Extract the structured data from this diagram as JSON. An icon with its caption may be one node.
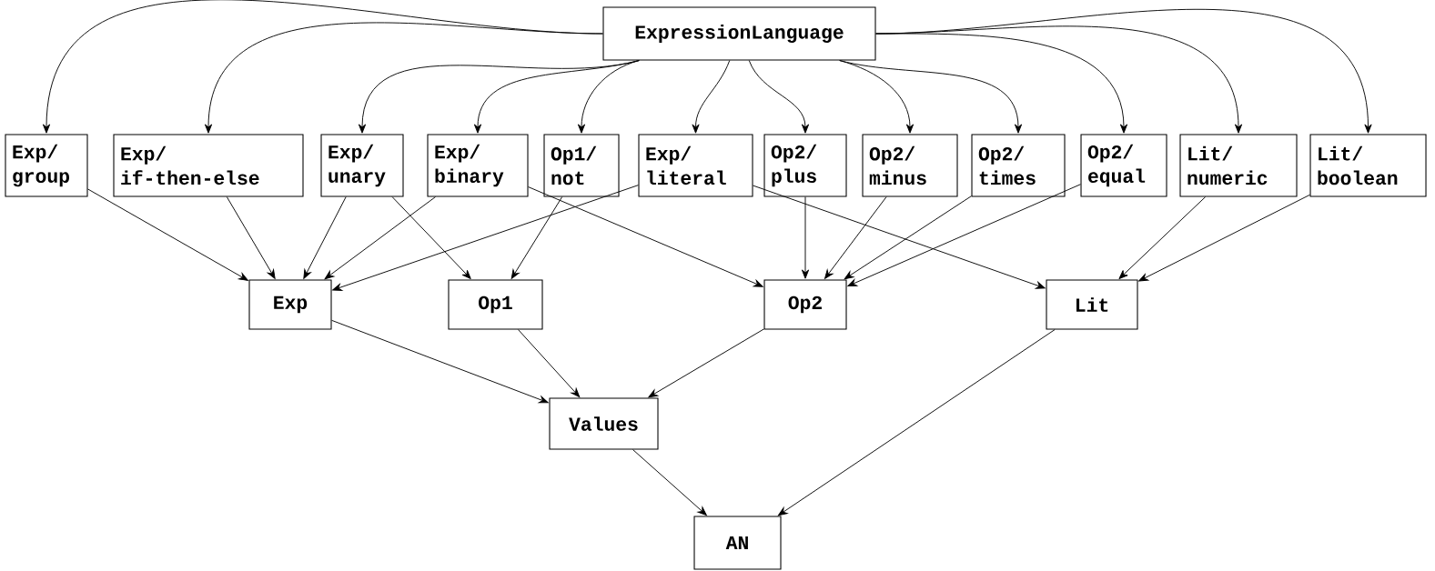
{
  "diagram": {
    "nodes": [
      {
        "text": [
          "ExpressionLanguage"
        ]
      },
      {
        "text": [
          "Exp/ group"
        ]
      },
      {
        "text": [
          "Exp/ if-then-else"
        ]
      },
      {
        "text": [
          "Exp/ unary"
        ]
      },
      {
        "text": [
          "Exp/ binary"
        ]
      },
      {
        "text": [
          "Op1/ not"
        ]
      },
      {
        "text": [
          "Exp/ literal"
        ]
      },
      {
        "text": [
          "Op2/ plus"
        ]
      },
      {
        "text": [
          "Op2/ minus"
        ]
      },
      {
        "text": [
          "Op2/ times"
        ]
      },
      {
        "text": [
          "Op2/ equal"
        ]
      },
      {
        "text": [
          "Lit/ numeric"
        ]
      },
      {
        "text": [
          "Lit/ boolean"
        ]
      },
      {
        "text": [
          "Exp"
        ]
      },
      {
        "text": [
          "Op1"
        ]
      },
      {
        "text": [
          "Op2"
        ]
      },
      {
        "text": [
          "Lit"
        ]
      },
      {
        "text": [
          "Values"
        ]
      },
      {
        "text": [
          "AN"
        ]
      }
    ],
    "edges": [
      {
        "from": 0,
        "to": 1,
        "arrow": "to"
      },
      {
        "from": 0,
        "to": 2,
        "arrow": "to"
      },
      {
        "from": 0,
        "to": 3,
        "arrow": "to"
      },
      {
        "from": 0,
        "to": 4,
        "arrow": "to"
      },
      {
        "from": 0,
        "to": 5,
        "arrow": "to"
      },
      {
        "from": 0,
        "to": 6,
        "arrow": "to"
      },
      {
        "from": 0,
        "to": 7,
        "arrow": "to"
      },
      {
        "from": 0,
        "to": 8,
        "arrow": "to"
      },
      {
        "from": 0,
        "to": 9,
        "arrow": "to"
      },
      {
        "from": 0,
        "to": 10,
        "arrow": "to"
      },
      {
        "from": 0,
        "to": 11,
        "arrow": "to"
      },
      {
        "from": 0,
        "to": 12,
        "arrow": "to"
      },
      {
        "from": 1,
        "to": 13,
        "arrow": "to"
      },
      {
        "from": 2,
        "to": 13,
        "arrow": "to"
      },
      {
        "from": 3,
        "to": 13,
        "arrow": "to"
      },
      {
        "from": 3,
        "to": 14,
        "arrow": "to"
      },
      {
        "from": 4,
        "to": 13,
        "arrow": "to"
      },
      {
        "from": 4,
        "to": 15,
        "arrow": "to"
      },
      {
        "from": 5,
        "to": 14,
        "arrow": "to"
      },
      {
        "from": 6,
        "to": 13,
        "arrow": "to"
      },
      {
        "from": 6,
        "to": 16,
        "arrow": "to"
      },
      {
        "from": 7,
        "to": 15,
        "arrow": "to"
      },
      {
        "from": 8,
        "to": 15,
        "arrow": "to"
      },
      {
        "from": 9,
        "to": 15,
        "arrow": "to"
      },
      {
        "from": 10,
        "to": 15,
        "arrow": "to"
      },
      {
        "from": 11,
        "to": 16,
        "arrow": "to"
      },
      {
        "from": 12,
        "to": 16,
        "arrow": "to"
      },
      {
        "from": 13,
        "to": 17,
        "arrow": "to"
      },
      {
        "from": 14,
        "to": 17,
        "arrow": "to"
      },
      {
        "from": 15,
        "to": 17,
        "arrow": "to"
      },
      {
        "from": 16,
        "to": 18,
        "arrow": "to"
      },
      {
        "from": 17,
        "to": 18,
        "arrow": "to"
      }
    ]
  }
}
